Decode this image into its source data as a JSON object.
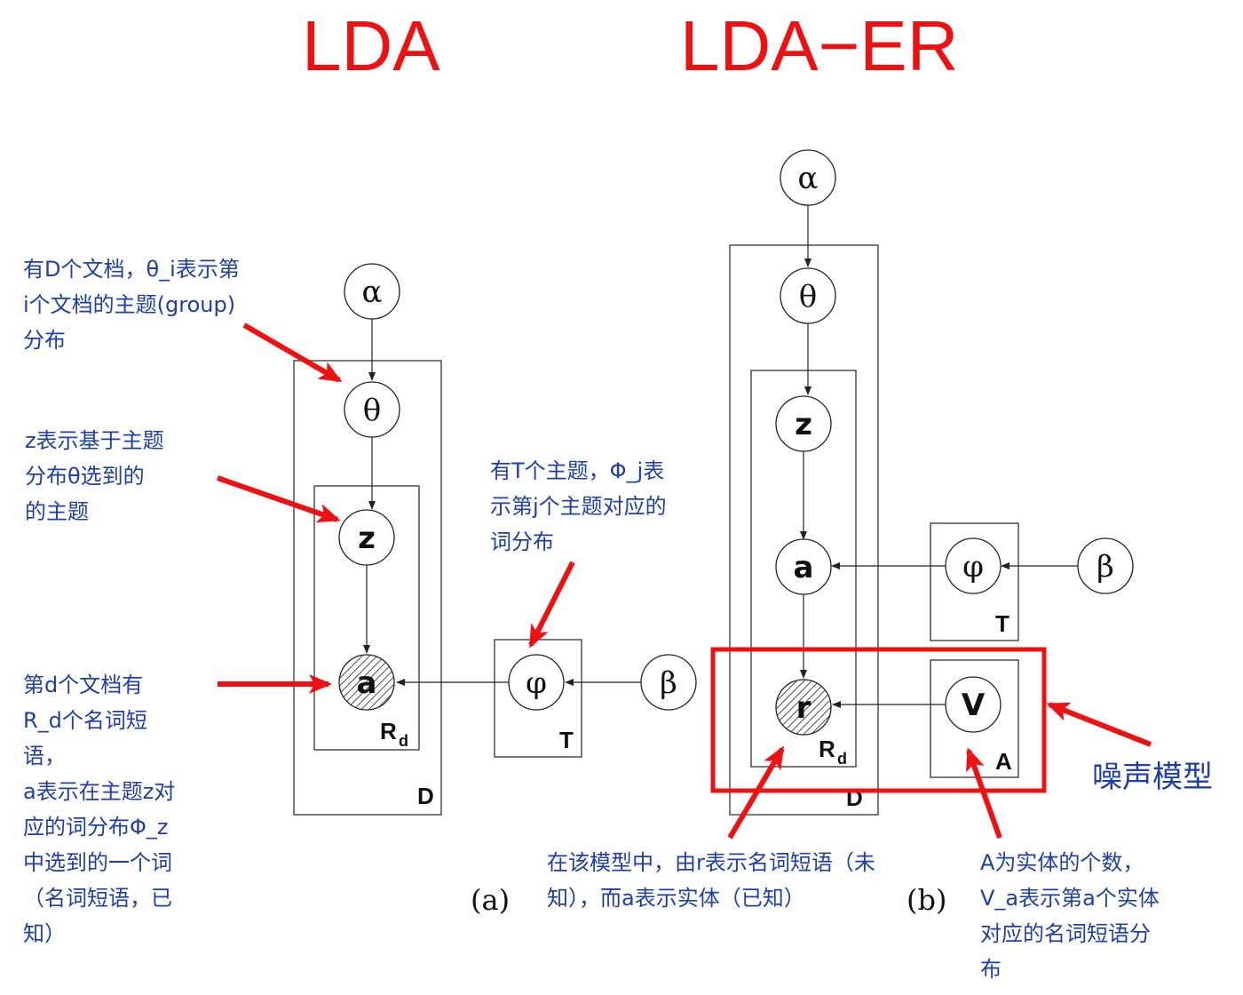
{
  "titles": {
    "left": "LDA",
    "right": "LDA−ER"
  },
  "lda": {
    "nodes": {
      "alpha": "α",
      "theta": "θ",
      "z": "z",
      "a": "a",
      "phi": "φ",
      "beta": "β"
    },
    "plates": {
      "D": "D",
      "Rd_main": "R",
      "Rd_sub": "d",
      "T": "T"
    },
    "caption": "(a)"
  },
  "lda_er": {
    "nodes": {
      "alpha": "α",
      "theta": "θ",
      "z": "z",
      "a": "a",
      "r": "r",
      "phi": "φ",
      "beta": "β",
      "V": "V"
    },
    "plates": {
      "D": "D",
      "Rd_main": "R",
      "Rd_sub": "d",
      "T": "T",
      "A": "A"
    },
    "caption": "(b)"
  },
  "annotations": {
    "theta_note": [
      "有D个文档，θ_i表示第",
      "i个文档的主题(group)",
      "分布"
    ],
    "z_note": [
      "z表示基于主题",
      "分布θ选到的",
      "的主题"
    ],
    "phi_note": [
      "有T个主题，Φ_j表",
      "示第j个主题对应的",
      "词分布"
    ],
    "a_note": [
      "第d个文档有",
      "R_d个名词短",
      "语，",
      "a表示在主题z对",
      "应的词分布Φ_z",
      "中选到的一个词",
      "（名词短语，已",
      "知）"
    ],
    "r_note": [
      "在该模型中，由r表示名词短语（未",
      "知），而a表示实体（已知）"
    ],
    "v_note": [
      "A为实体的个数，",
      "V_a表示第a个实体",
      "对应的名词短语分",
      "布"
    ],
    "noise_label": "噪声模型"
  },
  "colors": {
    "annotation_blue": "#1f3fa6",
    "arrow_red": "#ee1111",
    "diagram_line": "#333333"
  }
}
